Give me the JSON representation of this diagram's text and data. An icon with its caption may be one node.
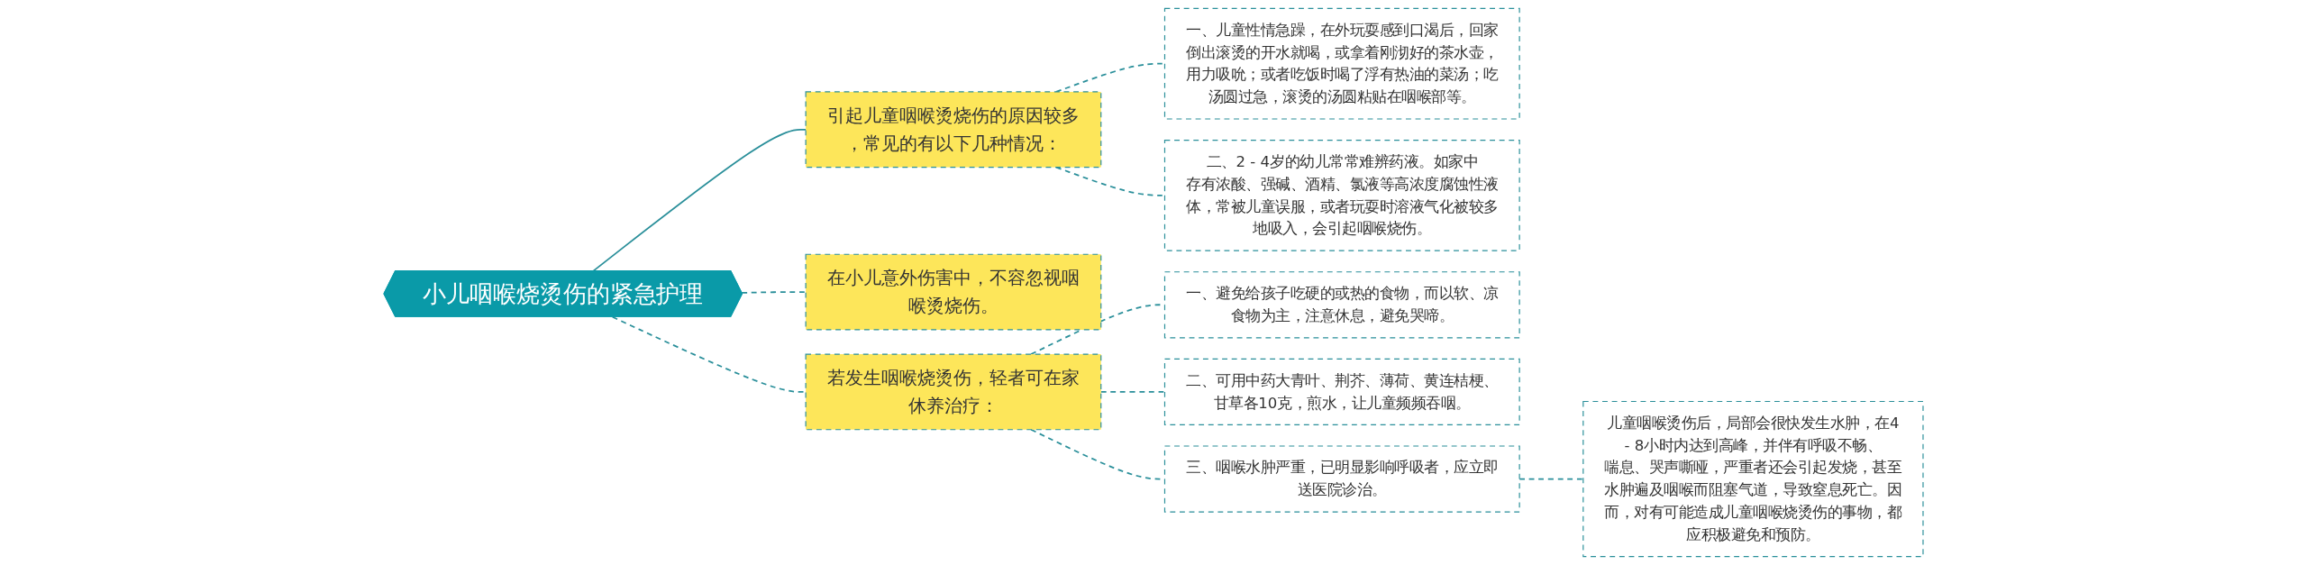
{
  "diagram": {
    "nodes": [
      {
        "text": [
          "小儿咽喉烧烫伤的紧急护理"
        ]
      },
      {
        "text": [
          "引起儿童咽喉烫烧伤的原因较多，常见的有以下几种情况："
        ]
      },
      {
        "text": [
          "一、儿童性情急躁，在外玩耍感到口渴后，回家倒出滚烫的开水就喝，或拿着刚沏好的茶水壶，用力吸吮；或者吃饭时喝了浮有热油的菜汤；吃汤圆过急，滚烫的汤圆粘贴在咽喉部等。"
        ]
      },
      {
        "text": [
          "二、2 - 4岁的幼儿常常难辨药液。如家中存有浓酸、强碱、酒精、氯液等高浓度腐蚀性液体，常被儿童误服，或者玩耍时溶液气化被较多地吸入，会引起咽喉烧伤。"
        ]
      },
      {
        "text": [
          "在小儿意外伤害中，不容忽视咽喉烫烧伤。"
        ]
      },
      {
        "text": [
          "若发生咽喉烧烫伤，轻者可在家休养治疗："
        ]
      },
      {
        "text": [
          "一、避免给孩子吃硬的或热的食物，而以软、凉食物为主，注意休息，避免哭啼。"
        ]
      },
      {
        "text": [
          "二、可用中药大青叶、荆芥、薄荷、黄连桔梗、甘草各10克，煎水，让儿童频频吞咽。"
        ]
      },
      {
        "text": [
          "三、咽喉水肿严重，已明显影响呼吸者，应立即送医院诊治。"
        ]
      },
      {
        "text": [
          "儿童咽喉烫伤后，局部会很快发生水肿，在4 - 8小时内达到高峰，并伴有呼吸不畅、喘息、哭声嘶哑，严重者还会引起发烧，甚至水肿遍及咽喉而阻塞气道，导致窒息死亡。因而，对有可能造成儿童咽喉烧烫伤的事物，都应积极避免和预防。"
        ]
      }
    ],
    "edges": [
      {
        "from": 0,
        "to": 1,
        "arrow": "none"
      },
      {
        "from": 1,
        "to": 2,
        "arrow": "none",
        "style": "dashed"
      },
      {
        "from": 1,
        "to": 3,
        "arrow": "none",
        "style": "dashed"
      },
      {
        "from": 0,
        "to": 4,
        "arrow": "none",
        "style": "dashed"
      },
      {
        "from": 0,
        "to": 5,
        "arrow": "none",
        "style": "dashed"
      },
      {
        "from": 5,
        "to": 6,
        "arrow": "none",
        "style": "dashed"
      },
      {
        "from": 5,
        "to": 7,
        "arrow": "none",
        "style": "dashed"
      },
      {
        "from": 5,
        "to": 8,
        "arrow": "none",
        "style": "dashed"
      },
      {
        "from": 8,
        "to": 9,
        "arrow": "none",
        "style": "dashed"
      }
    ]
  }
}
